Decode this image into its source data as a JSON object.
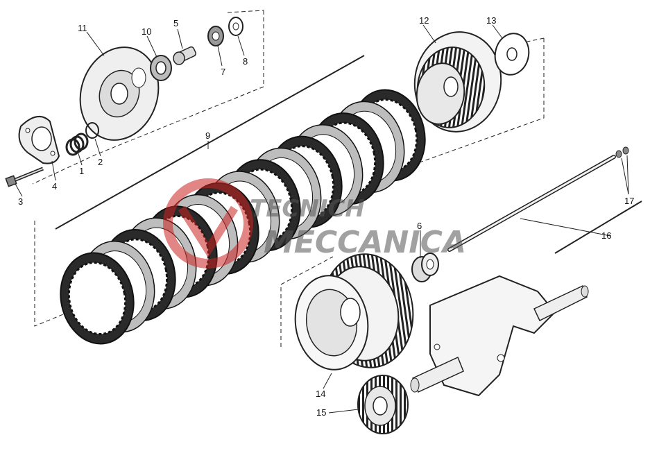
{
  "watermark": {
    "line1": "TECNICH",
    "line2": "MECCANICA",
    "color": "#cc2222"
  },
  "callouts": {
    "c1": "1",
    "c2": "2",
    "c3": "3",
    "c4": "4",
    "c5": "5",
    "c6": "6",
    "c7": "7",
    "c8": "8",
    "c9": "9",
    "c10": "10",
    "c11": "11",
    "c12": "12",
    "c13": "13",
    "c14": "14",
    "c15": "15",
    "c16": "16",
    "c17": "17"
  },
  "colors": {
    "ink": "#111111",
    "plate_dark": "#2a2a2a",
    "plate_light": "#bdbdbd",
    "part_fill": "#e6e6e6"
  }
}
